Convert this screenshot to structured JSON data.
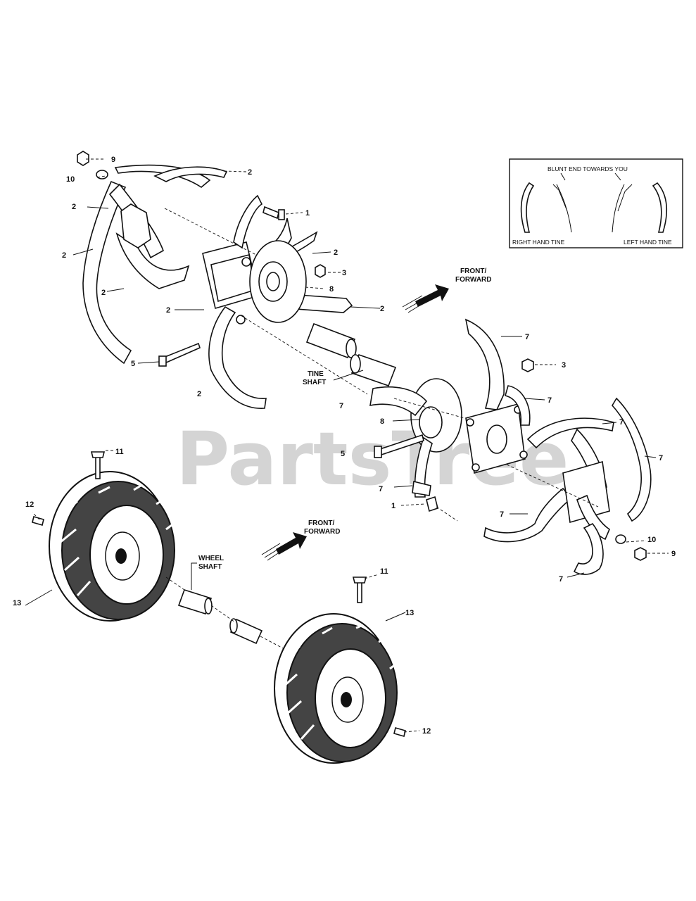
{
  "watermark": "PartsTree",
  "inset": {
    "title": "BLUNT END TOWARDS YOU",
    "right_caption": "RIGHT HAND TINE",
    "left_caption": "LEFT HAND TINE"
  },
  "directions": {
    "upper": {
      "line1": "FRONT/",
      "line2": "FORWARD"
    },
    "lower": {
      "line1": "FRONT/",
      "line2": "FORWARD"
    }
  },
  "captions": {
    "tine_shaft": {
      "line1": "TINE",
      "line2": "SHAFT"
    },
    "wheel_shaft": {
      "line1": "WHEEL",
      "line2": "SHAFT"
    }
  },
  "callouts": {
    "c9_top": "9",
    "c10_top": "10",
    "c2_a": "2",
    "c2_b": "2",
    "c2_c": "2",
    "c2_d": "2",
    "c2_e": "2",
    "c2_f": "2",
    "c2_g": "2",
    "c2_h": "2",
    "c1_top": "1",
    "c3_top": "3",
    "c8_top": "8",
    "c5_top": "5",
    "c7_a": "7",
    "c7_b": "7",
    "c7_c": "7",
    "c7_d": "7",
    "c7_e": "7",
    "c7_f": "7",
    "c7_g": "7",
    "c7_h": "7",
    "c3_right": "3",
    "c8_right": "8",
    "c5_right": "5",
    "c1_right": "1",
    "c10_right": "10",
    "c9_right": "9",
    "c11_left": "11",
    "c12_left": "12",
    "c13_left": "13",
    "c11_right": "11",
    "c13_right": "13",
    "c12_right": "12"
  }
}
